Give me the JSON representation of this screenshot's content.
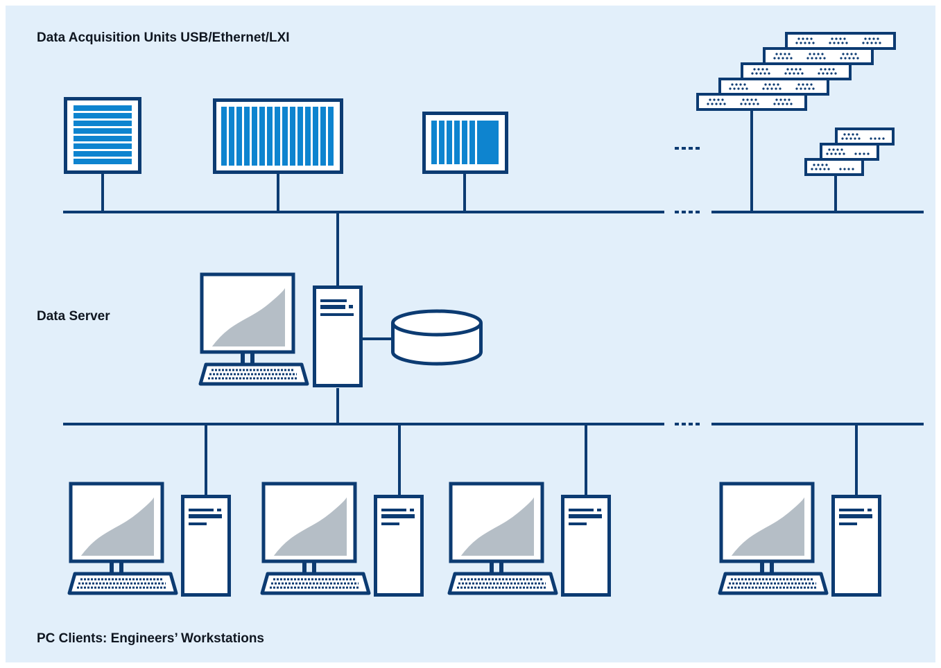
{
  "labels": {
    "acquisition": "Data Acquisition Units USB/Ethernet/LXI",
    "server": "Data Server",
    "clients": "PC Clients: Engineers’ Workstations"
  },
  "colors": {
    "background": "#e2effa",
    "navy": "#0c3b72",
    "blue": "#0e84cf",
    "screen": "#b5bec6",
    "white": "#ffffff"
  },
  "icons": {
    "acquisition_units": [
      "data-acquisition-unit-icon",
      "data-acquisition-unit-icon",
      "data-acquisition-unit-icon",
      "rack-module-stack-icon",
      "rack-module-stack-icon"
    ],
    "server": [
      "monitor-icon",
      "keyboard-icon",
      "tower-server-icon",
      "database-icon"
    ],
    "clients": [
      "workstation-icon",
      "workstation-icon",
      "workstation-icon",
      "workstation-icon"
    ]
  },
  "ellipsis_markers": 3
}
